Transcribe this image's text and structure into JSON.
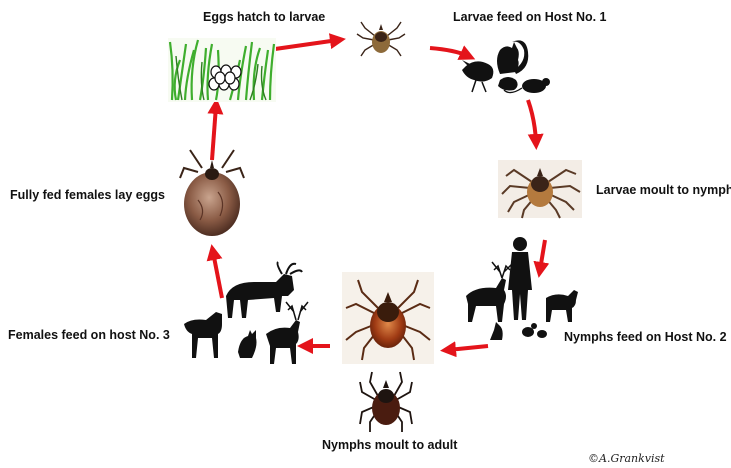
{
  "diagram": {
    "stages": {
      "eggs_hatch": "Eggs hatch to larvae",
      "larvae_feed": "Larvae feed on Host No. 1",
      "larvae_moult": "Larvae moult to nymph",
      "nymphs_feed": "Nymphs feed on Host No. 2",
      "nymphs_moult": "Nymphs moult to adult",
      "females_feed": "Females feed on host No. 3",
      "females_lay": "Fully fed females lay eggs"
    },
    "credit": "©A.Grankvist",
    "colors": {
      "arrow": "#e4141b",
      "tick_dark": "#3a2418",
      "tick_red": "#8a2a10",
      "grass": "#3fae2e",
      "silhouette": "#111111"
    }
  }
}
